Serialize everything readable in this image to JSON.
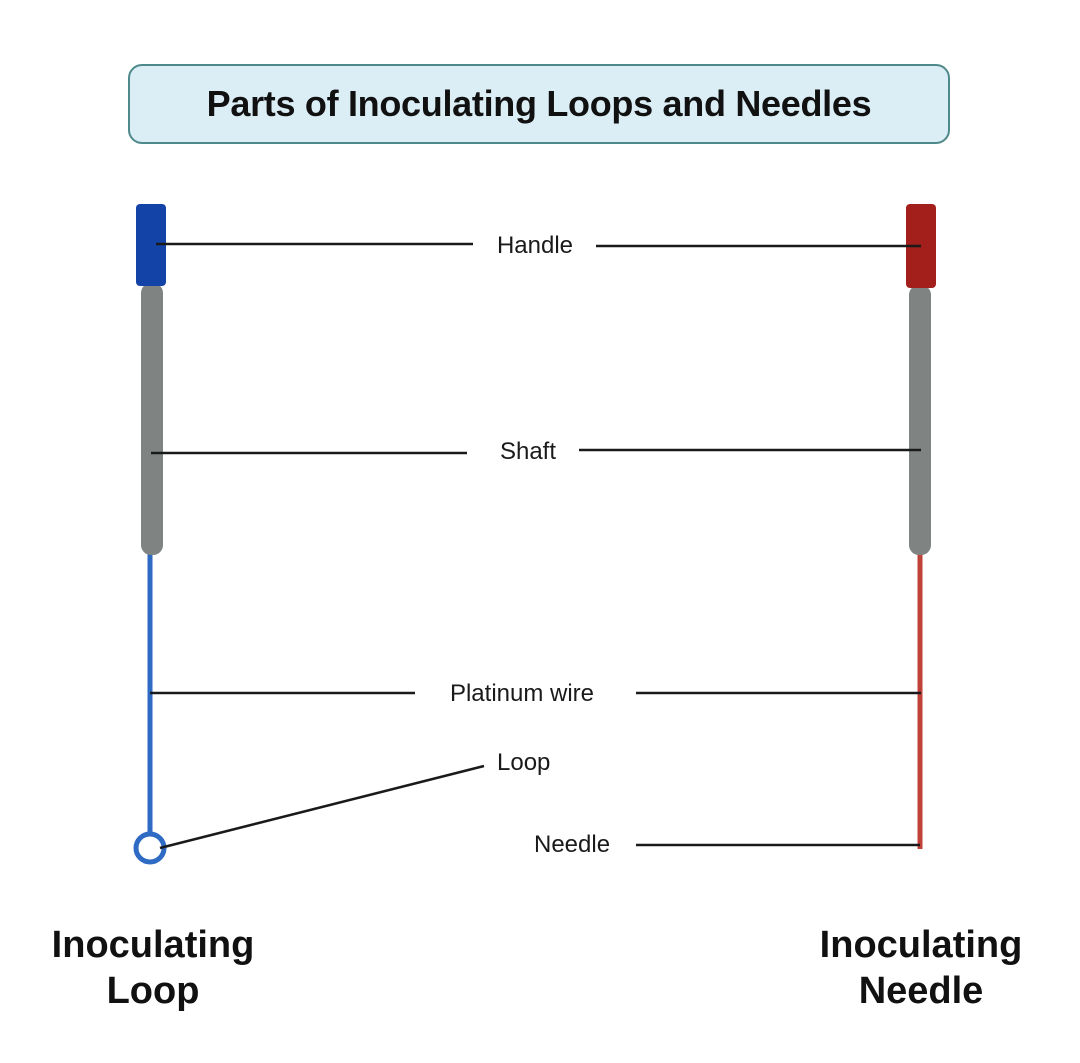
{
  "title": "Parts of Inoculating Loops and Needles",
  "labels": {
    "handle": "Handle",
    "shaft": "Shaft",
    "platinum_wire": "Platinum wire",
    "loop": "Loop",
    "needle": "Needle"
  },
  "tools": {
    "loop": {
      "caption_line1": "Inoculating",
      "caption_line2": "Loop",
      "handle_color": "#1443a8",
      "wire_color": "#2f6bc4"
    },
    "needle": {
      "caption_line1": "Inoculating",
      "caption_line2": "Needle",
      "handle_color": "#a31f1c",
      "wire_color": "#c0413a"
    },
    "shaft_color": "#7f8482"
  },
  "colors": {
    "title_bg": "#dbeef5",
    "title_border": "#4f8a8b",
    "leader_line": "#1a1a1a"
  }
}
